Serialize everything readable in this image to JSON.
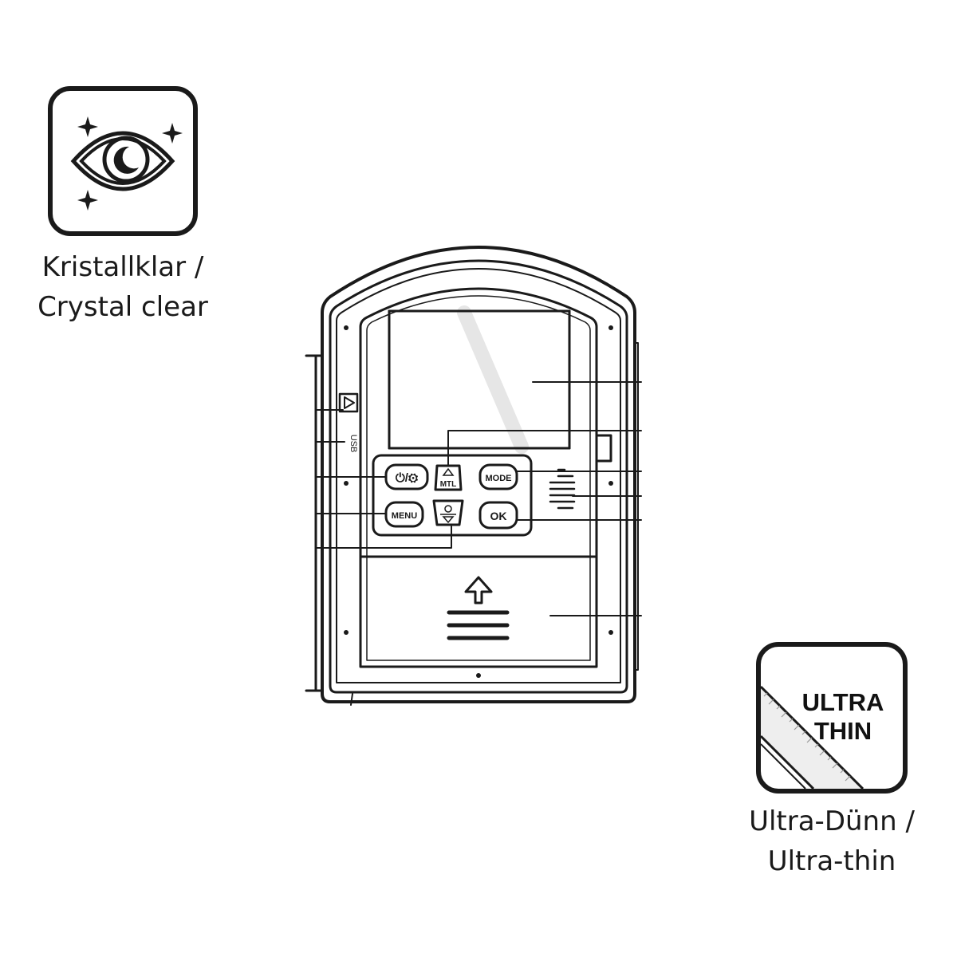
{
  "features": {
    "crystal_clear": {
      "icon": "eye-sparkle-icon",
      "caption_line1": "Kristallklar /",
      "caption_line2": "Crystal clear"
    },
    "ultra_thin": {
      "icon": "ultra-thin-film-icon",
      "badge_line1": "ULTRA",
      "badge_line2": "THIN",
      "caption_line1": "Ultra-Dünn /",
      "caption_line2": "Ultra-thin"
    }
  },
  "camera": {
    "usb_label": "USB",
    "buttons": {
      "power_label": "⏻/⚙",
      "mtl_label": "MTL",
      "mode_label": "MODE",
      "menu_label": "MENU",
      "down_label": "",
      "ok_label": "OK"
    }
  }
}
